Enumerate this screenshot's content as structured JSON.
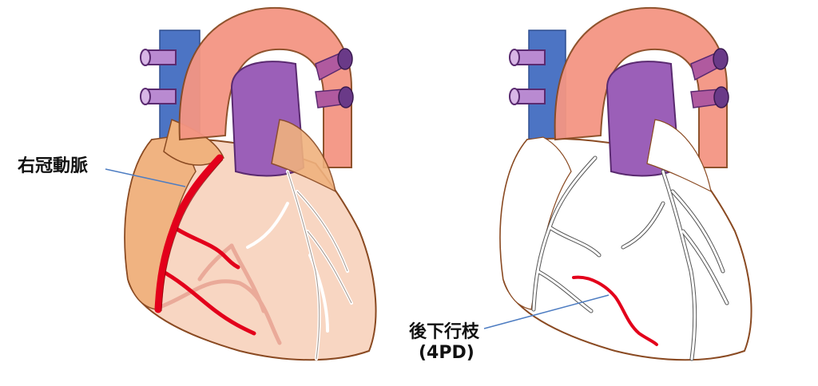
{
  "left_diagram": {
    "callout_label": "右冠動脈"
  },
  "right_diagram": {
    "callout_label_line1": "後下行枝",
    "callout_label_line2": "(4PD)"
  },
  "colors": {
    "aorta": "#f49583",
    "pulmonary_artery": "#9b5fb8",
    "vena_cava": "#4c74c4",
    "heart_fill": "#f8d6c2",
    "right_atrium": "#f0b27e",
    "outline": "#8a4a22",
    "highlight_artery": "#e3001b",
    "leader_line": "#4e7dc2"
  }
}
